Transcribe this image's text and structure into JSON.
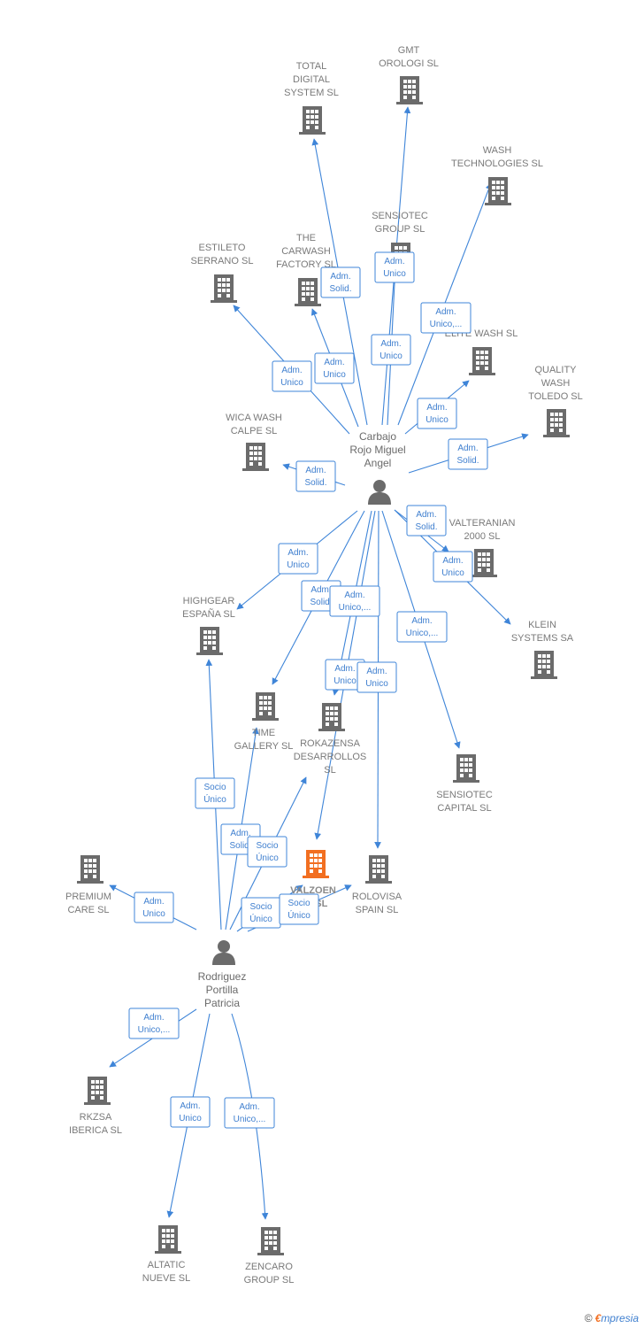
{
  "colors": {
    "edge": "#3f85d8",
    "building": "#6b6b6b",
    "focus_building": "#f26f21",
    "person": "#6b6b6b"
  },
  "brand": {
    "copyright": "©",
    "first": "€",
    "rest": "mpresia"
  },
  "persons": [
    {
      "id": "carbajo",
      "name": [
        "Carbajo",
        "Rojo Miguel",
        "Angel"
      ]
    },
    {
      "id": "rodriguez",
      "name": [
        "Rodriguez",
        "Portilla",
        "Patricia"
      ]
    }
  ],
  "companies": [
    {
      "id": "gmt",
      "name": [
        "GMT",
        "OROLOGI SL"
      ]
    },
    {
      "id": "total",
      "name": [
        "TOTAL",
        "DIGITAL",
        "SYSTEM SL"
      ]
    },
    {
      "id": "wash_tech",
      "name": [
        "WASH",
        "TECHNOLOGIES SL"
      ]
    },
    {
      "id": "sensiotec_group",
      "name": [
        "SENSIOTEC",
        "GROUP  SL"
      ]
    },
    {
      "id": "carwash",
      "name": [
        "THE",
        "CARWASH",
        "FACTORY  SL"
      ]
    },
    {
      "id": "estileto",
      "name": [
        "ESTILETO",
        "SERRANO SL"
      ]
    },
    {
      "id": "elite",
      "name": [
        "ELITE WASH SL"
      ]
    },
    {
      "id": "quality",
      "name": [
        "QUALITY",
        "WASH",
        "TOLEDO SL"
      ]
    },
    {
      "id": "wica",
      "name": [
        "WICA WASH",
        "CALPE SL"
      ]
    },
    {
      "id": "valteranian",
      "name": [
        "VALTERANIAN",
        "2000 SL"
      ]
    },
    {
      "id": "klein",
      "name": [
        "KLEIN",
        "SYSTEMS SA"
      ]
    },
    {
      "id": "highgear",
      "name": [
        "HIGHGEAR",
        "ESPAÑA  SL"
      ]
    },
    {
      "id": "time",
      "name": [
        "TIME",
        "GALLERY SL"
      ]
    },
    {
      "id": "rokazensa",
      "name": [
        "ROKAZENSA",
        "DESARROLLOS",
        "SL"
      ]
    },
    {
      "id": "sensiotec_capital",
      "name": [
        "SENSIOTEC",
        "CAPITAL  SL"
      ]
    },
    {
      "id": "valzoen",
      "name": [
        "VALZOEN",
        "A  SL"
      ]
    },
    {
      "id": "rolovisa",
      "name": [
        "ROLOVISA",
        "SPAIN  SL"
      ]
    },
    {
      "id": "premium",
      "name": [
        "PREMIUM",
        "CARE  SL"
      ]
    },
    {
      "id": "rkzsa",
      "name": [
        "RKZSA",
        "IBERICA  SL"
      ]
    },
    {
      "id": "altatic",
      "name": [
        "ALTATIC",
        "NUEVE  SL"
      ]
    },
    {
      "id": "zencaro",
      "name": [
        "ZENCARO",
        "GROUP  SL"
      ]
    }
  ],
  "relations": [
    {
      "id": "r_total",
      "role": [
        "Adm.",
        "Solid."
      ]
    },
    {
      "id": "r_gmt",
      "role": [
        "Adm.",
        "Unico"
      ]
    },
    {
      "id": "r_sensiotec_group",
      "role": [
        "Adm.",
        "Unico"
      ]
    },
    {
      "id": "r_wash_tech",
      "role": [
        "Adm.",
        "Unico,..."
      ]
    },
    {
      "id": "r_carwash",
      "role": [
        "Adm.",
        "Unico"
      ]
    },
    {
      "id": "r_estileto",
      "role": [
        "Adm.",
        "Unico"
      ]
    },
    {
      "id": "r_elite",
      "role": [
        "Adm.",
        "Unico"
      ]
    },
    {
      "id": "r_quality",
      "role": [
        "Adm.",
        "Solid."
      ]
    },
    {
      "id": "r_wica",
      "role": [
        "Adm.",
        "Solid."
      ]
    },
    {
      "id": "r_valteranian",
      "role": [
        "Adm.",
        "Solid."
      ]
    },
    {
      "id": "r_klein",
      "role": [
        "Adm.",
        "Unico"
      ]
    },
    {
      "id": "r_highgear",
      "role": [
        "Adm.",
        "Unico"
      ]
    },
    {
      "id": "r_time",
      "role": [
        "Adm.",
        "Solid."
      ]
    },
    {
      "id": "r_rokazensa",
      "role": [
        "Adm.",
        "Unico,..."
      ]
    },
    {
      "id": "r_sensiotec_capital",
      "role": [
        "Adm.",
        "Unico,..."
      ]
    },
    {
      "id": "r_valzoen_c",
      "role": [
        "Adm.",
        "Unico"
      ]
    },
    {
      "id": "r_rolovisa_c",
      "role": [
        "Adm.",
        "Unico"
      ]
    },
    {
      "id": "r_highgear_r",
      "role": [
        "Socio",
        "Único"
      ]
    },
    {
      "id": "r_time_r",
      "role": [
        "Adm.",
        "Solid."
      ]
    },
    {
      "id": "r_rokazensa_r",
      "role": [
        "Socio",
        "Único"
      ]
    },
    {
      "id": "r_valzoen_r",
      "role": [
        "Socio",
        "Único"
      ]
    },
    {
      "id": "r_rolovisa_r",
      "role": [
        "Socio",
        "Único"
      ]
    },
    {
      "id": "r_premium",
      "role": [
        "Adm.",
        "Unico"
      ]
    },
    {
      "id": "r_rkzsa",
      "role": [
        "Adm.",
        "Unico,..."
      ]
    },
    {
      "id": "r_altatic",
      "role": [
        "Adm.",
        "Unico"
      ]
    },
    {
      "id": "r_zencaro",
      "role": [
        "Adm.",
        "Unico,..."
      ]
    }
  ]
}
